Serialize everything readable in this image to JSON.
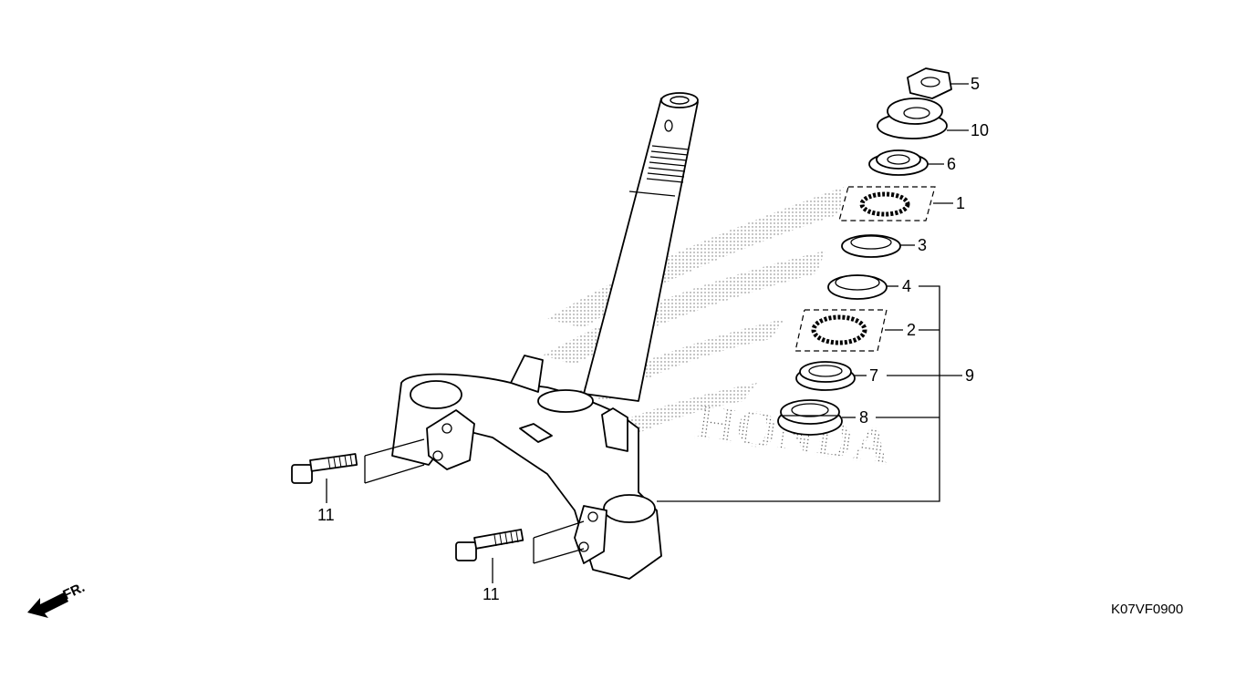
{
  "diagram": {
    "drawing_code": "K07VF0900",
    "front_indicator": "FR.",
    "watermark_text": "HONDA",
    "parts": [
      {
        "ref": "5"
      },
      {
        "ref": "10"
      },
      {
        "ref": "6"
      },
      {
        "ref": "1"
      },
      {
        "ref": "3"
      },
      {
        "ref": "4"
      },
      {
        "ref": "2"
      },
      {
        "ref": "7"
      },
      {
        "ref": "9"
      },
      {
        "ref": "8"
      },
      {
        "ref": "11"
      },
      {
        "ref": "11"
      }
    ]
  }
}
